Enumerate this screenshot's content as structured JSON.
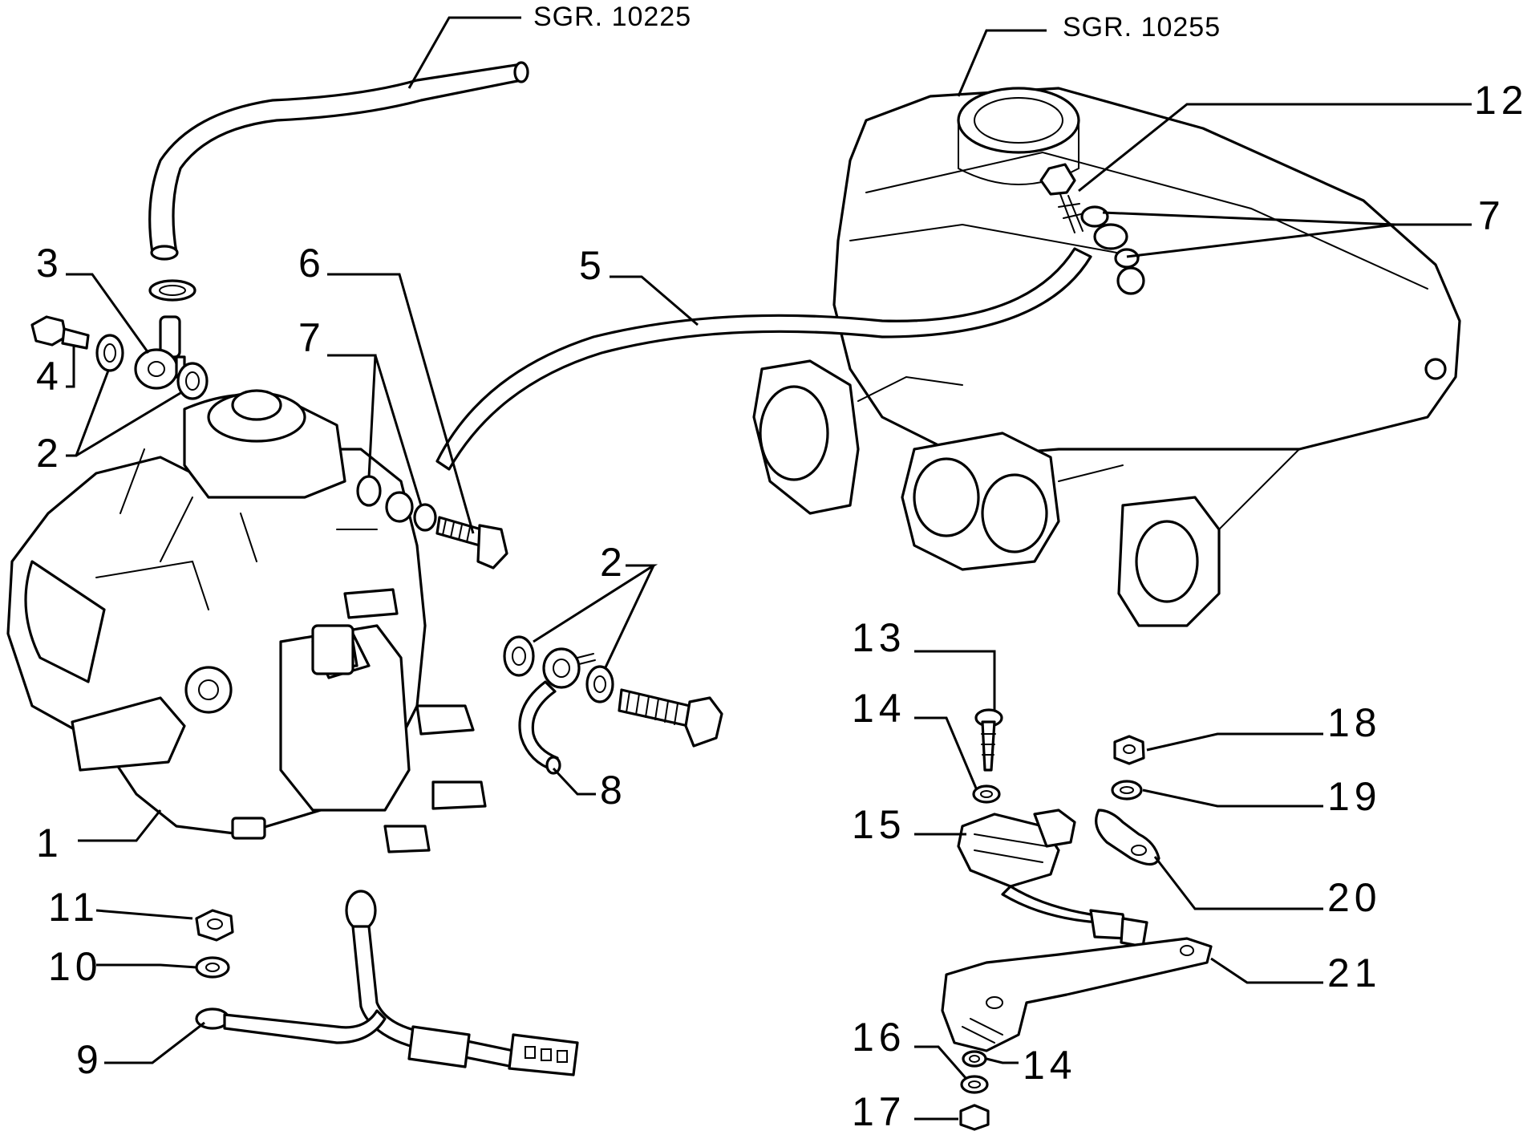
{
  "diagram": {
    "references": [
      {
        "id": "sgr-10225",
        "text": "SGR. 10225"
      },
      {
        "id": "sgr-10255",
        "text": "SGR. 10255"
      }
    ],
    "callouts": [
      {
        "id": "c1",
        "text": "1"
      },
      {
        "id": "c2a",
        "text": "2"
      },
      {
        "id": "c2b",
        "text": "2"
      },
      {
        "id": "c3",
        "text": "3"
      },
      {
        "id": "c4",
        "text": "4"
      },
      {
        "id": "c5",
        "text": "5"
      },
      {
        "id": "c6",
        "text": "6"
      },
      {
        "id": "c7a",
        "text": "7"
      },
      {
        "id": "c7b",
        "text": "7"
      },
      {
        "id": "c8",
        "text": "8"
      },
      {
        "id": "c9",
        "text": "9"
      },
      {
        "id": "c10",
        "text": "10"
      },
      {
        "id": "c11",
        "text": "11"
      },
      {
        "id": "c12",
        "text": "12"
      },
      {
        "id": "c13",
        "text": "13"
      },
      {
        "id": "c14a",
        "text": "14"
      },
      {
        "id": "c14b",
        "text": "14"
      },
      {
        "id": "c15",
        "text": "15"
      },
      {
        "id": "c16",
        "text": "16"
      },
      {
        "id": "c17",
        "text": "17"
      },
      {
        "id": "c18",
        "text": "18"
      },
      {
        "id": "c19",
        "text": "19"
      },
      {
        "id": "c20",
        "text": "20"
      },
      {
        "id": "c21",
        "text": "21"
      }
    ]
  }
}
